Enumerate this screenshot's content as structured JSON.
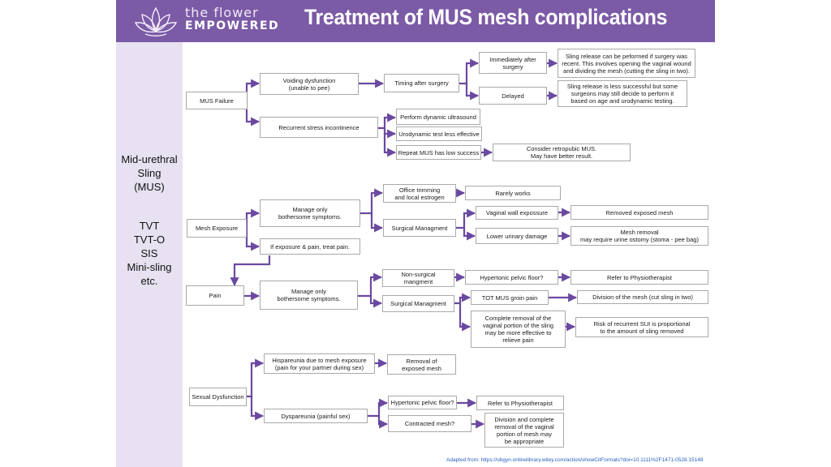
{
  "header": {
    "logo_line1": "the flower",
    "logo_line2": "EMPOWERED",
    "title": "Treatment of MUS mesh complications"
  },
  "sidebar": {
    "title": "Mid-urethral\nSling\n(MUS)",
    "types": "TVT\nTVT-O\nSIS\nMini-sling\netc."
  },
  "nodes": {
    "mus_failure": "MUS Failure",
    "voiding_dysfunction": "Voiding dysfunction\n(unable to pee)",
    "timing_after_surgery": "Timing after surgery",
    "immediately_after_surgery": "Immediately after\nsurgery",
    "delayed": "Delayed",
    "sling_release_recent": "Sling release can be peformed if surgery was\nrecent. This involves opening the vaginal wound\nand dividing the mesh (cutting the sling in two).",
    "sling_release_delayed": "Sling release is less successful but some\nsurgeons may still decide to perform it\nbased on age and urodynamic testing.",
    "recurrent_stress": "Recurrent stress incontinence",
    "perform_ultrasound": "Perform dynamic ultrasound",
    "urodynamic_test": "Urodynamic test less effective",
    "repeat_mus": "Repeat MUS has low success",
    "consider_retropubic": "Consider retropubic MUS.\nMay have better result.",
    "mesh_exposure": "Mesh Exposure",
    "manage_only_1": "Manage only\nbothersome symptoms.",
    "office_trimming": "Office trimming\nand local estrogen",
    "rarely_works": "Rarely works",
    "surgical_management_1": "Surgical Managment",
    "vaginal_wall": "Vaginal wall expossure",
    "removed_exposed_mesh": "Removed exposed mesh",
    "lower_urinary_damage": "Lower urinary damage",
    "mesh_removal": "Mesh removal\nmay require urine ostomy (stoma - pee bag)",
    "if_exposure_pain": "If exposure & pain, treat pain.",
    "pain": "Pain",
    "manage_only_2": "Manage only\nbothersome symptoms.",
    "non_surgical": "Non-surgical\nmangment",
    "hypertonic_1": "Hypertonic pelvic floor?",
    "refer_physio_1": "Refer to Physiotherapist",
    "surgical_management_2": "Surgical Managment",
    "tot_groin_pain": "TOT MUS groin pain",
    "division_mesh": "Division of the mesh (cut sling in two)",
    "complete_removal": "Complete removal of the\nvaginal portion of the sling\nmay be more effective to\nrelieve pain",
    "risk_recurrent_sui": "Risk of recurrent SUI is proportional\nto the amount of sling removed",
    "sexual_dysfunction": "Sexual Dysfunction",
    "hispareunia": "Hispareunia due to mesh exposure\n(pain for your partner during sex)",
    "removal_exposed": "Removal of\nexposed mesh",
    "dyspareunia": "Dyspareunia (painful sex)",
    "hypertonic_2": "Hypertonic pelvic floor?",
    "refer_physio_2": "Refer to Physiotherapist",
    "contracted_mesh": "Contracted mesh?",
    "division_complete": "Division and complete\nremoval of the vaginal\nportion of mesh may\nbe appropriate"
  },
  "colors": {
    "brand": "#7b5aa6",
    "sidebar": "#e7e1f1",
    "connector": "#6a49a0",
    "box_border": "#a9a9a9",
    "link": "#2a5dbf"
  },
  "source": "Adapted from: https://obgyn.onlinelibrary.wiley.com/action/showCitFormats?doi=10.1111%2F1471-0528.15148"
}
